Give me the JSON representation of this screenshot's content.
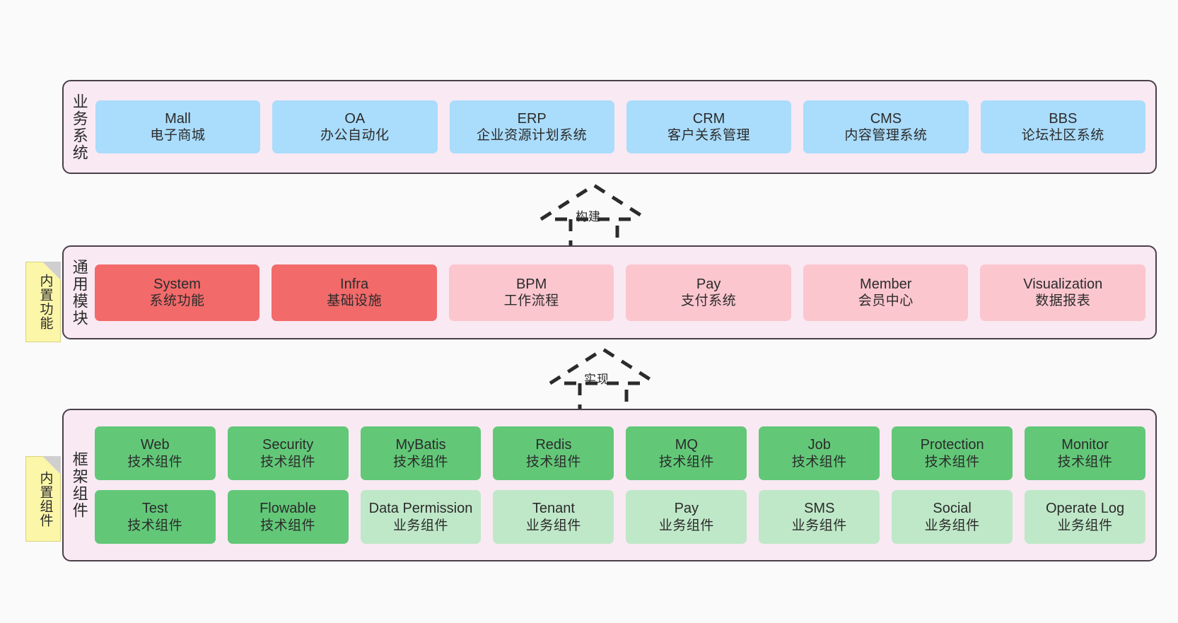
{
  "diagram": {
    "background_color": "#fafafa",
    "panel_fill": "#f9e9f3",
    "panel_border": "#4a4048",
    "note_fill": "#fbf6a8"
  },
  "layers": [
    {
      "id": "business",
      "title": "业务系统",
      "rows": [
        {
          "cells": [
            {
              "en": "Mall",
              "cn": "电子商城",
              "color": "#aadcfb",
              "variant": "c-blue"
            },
            {
              "en": "OA",
              "cn": "办公自动化",
              "color": "#aadcfb",
              "variant": "c-blue"
            },
            {
              "en": "ERP",
              "cn": "企业资源计划系统",
              "color": "#aadcfb",
              "variant": "c-blue"
            },
            {
              "en": "CRM",
              "cn": "客户关系管理",
              "color": "#aadcfb",
              "variant": "c-blue"
            },
            {
              "en": "CMS",
              "cn": "内容管理系统",
              "color": "#aadcfb",
              "variant": "c-blue"
            },
            {
              "en": "BBS",
              "cn": "论坛社区系统",
              "color": "#aadcfb",
              "variant": "c-blue"
            }
          ]
        }
      ]
    },
    {
      "id": "common",
      "title": "通用模块",
      "note": "内置功能",
      "rows": [
        {
          "cells": [
            {
              "en": "System",
              "cn": "系统功能",
              "color": "#f26a6a",
              "variant": "c-red"
            },
            {
              "en": "Infra",
              "cn": "基础设施",
              "color": "#f26a6a",
              "variant": "c-red"
            },
            {
              "en": "BPM",
              "cn": "工作流程",
              "color": "#fbc6ce",
              "variant": "c-pink"
            },
            {
              "en": "Pay",
              "cn": "支付系统",
              "color": "#fbc6ce",
              "variant": "c-pink"
            },
            {
              "en": "Member",
              "cn": "会员中心",
              "color": "#fbc6ce",
              "variant": "c-pink"
            },
            {
              "en": "Visualization",
              "cn": "数据报表",
              "color": "#fbc6ce",
              "variant": "c-pink"
            }
          ]
        }
      ]
    },
    {
      "id": "framework",
      "title": "框架组件",
      "note": "内置组件",
      "rows": [
        {
          "cells": [
            {
              "en": "Web",
              "cn": "技术组件",
              "color": "#62c878",
              "variant": "c-green"
            },
            {
              "en": "Security",
              "cn": "技术组件",
              "color": "#62c878",
              "variant": "c-green"
            },
            {
              "en": "MyBatis",
              "cn": "技术组件",
              "color": "#62c878",
              "variant": "c-green"
            },
            {
              "en": "Redis",
              "cn": "技术组件",
              "color": "#62c878",
              "variant": "c-green"
            },
            {
              "en": "MQ",
              "cn": "技术组件",
              "color": "#62c878",
              "variant": "c-green"
            },
            {
              "en": "Job",
              "cn": "技术组件",
              "color": "#62c878",
              "variant": "c-green"
            },
            {
              "en": "Protection",
              "cn": "技术组件",
              "color": "#62c878",
              "variant": "c-green"
            },
            {
              "en": "Monitor",
              "cn": "技术组件",
              "color": "#62c878",
              "variant": "c-green"
            }
          ]
        },
        {
          "cells": [
            {
              "en": "Test",
              "cn": "技术组件",
              "color": "#62c878",
              "variant": "c-green"
            },
            {
              "en": "Flowable",
              "cn": "技术组件",
              "color": "#62c878",
              "variant": "c-green"
            },
            {
              "en": "Data Permission",
              "cn": "业务组件",
              "color": "#bfe8c8",
              "variant": "c-lightgreen",
              "wrap": true
            },
            {
              "en": "Tenant",
              "cn": "业务组件",
              "color": "#bfe8c8",
              "variant": "c-lightgreen"
            },
            {
              "en": "Pay",
              "cn": "业务组件",
              "color": "#bfe8c8",
              "variant": "c-lightgreen"
            },
            {
              "en": "SMS",
              "cn": "业务组件",
              "color": "#bfe8c8",
              "variant": "c-lightgreen"
            },
            {
              "en": "Social",
              "cn": "业务组件",
              "color": "#bfe8c8",
              "variant": "c-lightgreen"
            },
            {
              "en": "Operate Log",
              "cn": "业务组件",
              "color": "#bfe8c8",
              "variant": "c-lightgreen"
            }
          ]
        }
      ]
    }
  ],
  "connectors": [
    {
      "id": "build",
      "label": "构建",
      "style": "dashed-hollow-triangle",
      "from": "common",
      "to": "business"
    },
    {
      "id": "impl",
      "label": "实现",
      "style": "dashed-hollow-triangle",
      "from": "framework",
      "to": "common"
    }
  ]
}
